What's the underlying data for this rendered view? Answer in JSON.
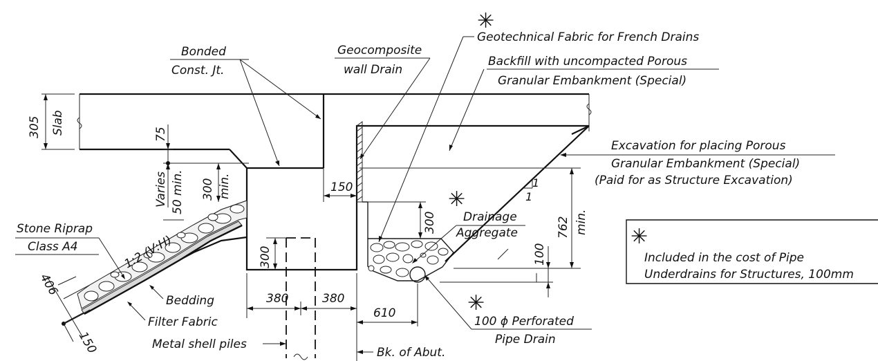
{
  "labels": {
    "bonded_line1": "Bonded",
    "bonded_line2": "Const. Jt.",
    "geocomposite_line1": "Geocomposite",
    "geocomposite_line2": "wall Drain",
    "geotech_fabric": "Geotechnical Fabric for French Drains",
    "backfill_line1": "Backfill with uncompacted Porous",
    "backfill_line2": "Granular Embankment (Special)",
    "excavation_line1": "Excavation for placing Porous",
    "excavation_line2": "Granular Embankment (Special)",
    "excavation_line3": "(Paid for as Structure Excavation)",
    "riprap_line1": "Stone Riprap",
    "riprap_line2": "Class A4",
    "bedding": "Bedding",
    "filter_fabric": "Filter Fabric",
    "metal_piles": "Metal shell piles",
    "bk_abut": "Bk. of Abut.",
    "drainage_line1": "Drainage",
    "drainage_line2": "Aggregate",
    "pipe_line1": "100 ϕ Perforated",
    "pipe_line2": "Pipe Drain",
    "slope_ratio": "1:2 (V:H)"
  },
  "dimensions": {
    "slab_value": "305",
    "slab_label": "Slab",
    "d75": "75",
    "varies": "Varies",
    "min50": "50 min.",
    "d300": "300",
    "min_word": "min.",
    "d150": "150",
    "d380_left": "380",
    "d380_right": "380",
    "d610": "610",
    "d762": "762",
    "d100": "100",
    "d406": "406",
    "d150_riprap": "150",
    "slope_v": "1",
    "slope_h": "1"
  },
  "note": {
    "symbol": "✳",
    "line1": "Included in the cost of Pipe",
    "line2": "Underdrains for Structures, 100mm"
  },
  "asterisk": "✳"
}
